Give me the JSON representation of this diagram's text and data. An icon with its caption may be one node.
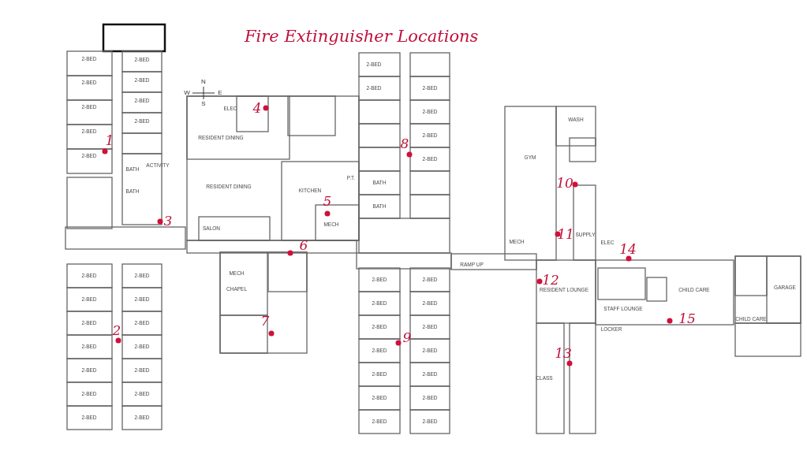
{
  "diagram": {
    "title": "Fire Extinguisher Locations",
    "labels": [
      "N",
      "W",
      "E",
      "S",
      "1",
      "2",
      "3",
      "4",
      "5",
      "6",
      "7",
      "8",
      "9",
      "10",
      "11",
      "12",
      "13",
      "14",
      "15",
      "2-BED",
      "2-BED",
      "2-BED",
      "2-BED",
      "2-BED",
      "2-BED",
      "2-BED",
      "2-BED",
      "2-BED",
      "ACTIVITY",
      "BATH",
      "BATH",
      "ELEC",
      "RESIDENT DINING",
      "RESIDENT DINING",
      "KITCHEN",
      "MECH",
      "SALON",
      "P.T.",
      "2-BED",
      "2-BED",
      "2-BED",
      "2-BED",
      "2-BED",
      "2-BED",
      "BATH",
      "BATH",
      "2-BED",
      "2-BED",
      "2-BED",
      "2-BED",
      "2-BED",
      "2-BED",
      "2-BED",
      "2-BED",
      "2-BED",
      "2-BED",
      "2-BED",
      "2-BED",
      "2-BED",
      "2-BED",
      "MECH",
      "CHAPEL",
      "2-BED",
      "2-BED",
      "2-BED",
      "2-BED",
      "2-BED",
      "2-BED",
      "2-BED",
      "2-BED",
      "2-BED",
      "2-BED",
      "2-BED",
      "2-BED",
      "2-BED",
      "2-BED",
      "GYM",
      "WASH",
      "SUPPLY",
      "MECH",
      "RAMP UP",
      "ELEC",
      "RESIDENT LOUNGE",
      "STAFF LOUNGE",
      "CHILD CARE",
      "CHILD CARE",
      "GARAGE",
      "LOCKER",
      "CLASS"
    ]
  }
}
